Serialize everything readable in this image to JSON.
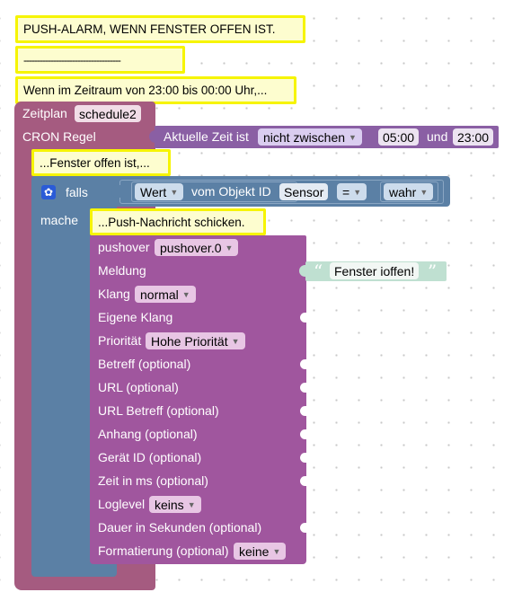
{
  "comments": {
    "c1": "PUSH-ALARM, WENN FENSTER OFFEN IST.",
    "c2": "------------------------------------",
    "c3": "Wenn im Zeitraum von 23:00 bis 00:00 Uhr,...",
    "c4": "...Fenster offen ist,...",
    "c5": "...Push-Nachricht schicken."
  },
  "schedule": {
    "label": "Zeitplan",
    "name": "schedule2",
    "cron_label": "CRON Regel"
  },
  "time_block": {
    "label": "Aktuelle Zeit ist",
    "operator": "nicht zwischen",
    "from": "05:00",
    "and": "und",
    "to": "23:00"
  },
  "if_block": {
    "label": "falls",
    "do_label": "mache",
    "value_dropdown": "Wert",
    "object_label": "vom Objekt ID",
    "object_id": "Sensor",
    "compare": "=",
    "boolean": "wahr"
  },
  "pushover": {
    "rows": [
      {
        "label": "pushover",
        "dropdown": "pushover.0",
        "input": false
      },
      {
        "label": "Meldung",
        "dropdown": null,
        "input": true
      },
      {
        "label": "Klang",
        "dropdown": "normal",
        "input": false
      },
      {
        "label": "Eigene Klang",
        "dropdown": null,
        "input": true
      },
      {
        "label": "Priorität",
        "dropdown": "Hohe Priorität",
        "input": false
      },
      {
        "label": "Betreff (optional)",
        "dropdown": null,
        "input": true
      },
      {
        "label": "URL (optional)",
        "dropdown": null,
        "input": true
      },
      {
        "label": "URL Betreff (optional)",
        "dropdown": null,
        "input": true
      },
      {
        "label": "Anhang (optional)",
        "dropdown": null,
        "input": true
      },
      {
        "label": "Gerät ID (optional)",
        "dropdown": null,
        "input": true
      },
      {
        "label": "Zeit in ms (optional)",
        "dropdown": null,
        "input": true
      },
      {
        "label": "Loglevel",
        "dropdown": "keins",
        "input": false
      },
      {
        "label": "Dauer in Sekunden (optional)",
        "dropdown": null,
        "input": true
      },
      {
        "label": "Formatierung (optional)",
        "dropdown": "keine",
        "input": false
      }
    ],
    "message_text": "Fenster ioffen!",
    "quote_open": "“",
    "quote_close": "”"
  },
  "colors": {
    "schedule_block": "#a55b80",
    "time_block": "#8a5fa4",
    "if_block": "#5b80a5",
    "pushover_block": "#a0569e",
    "text_block": "#bfe0d1",
    "comment_border": "#f6f400",
    "comment_bg": "#fdfdcf"
  },
  "icons": {
    "gear": "gear-icon",
    "caret": "caret-down-icon"
  }
}
